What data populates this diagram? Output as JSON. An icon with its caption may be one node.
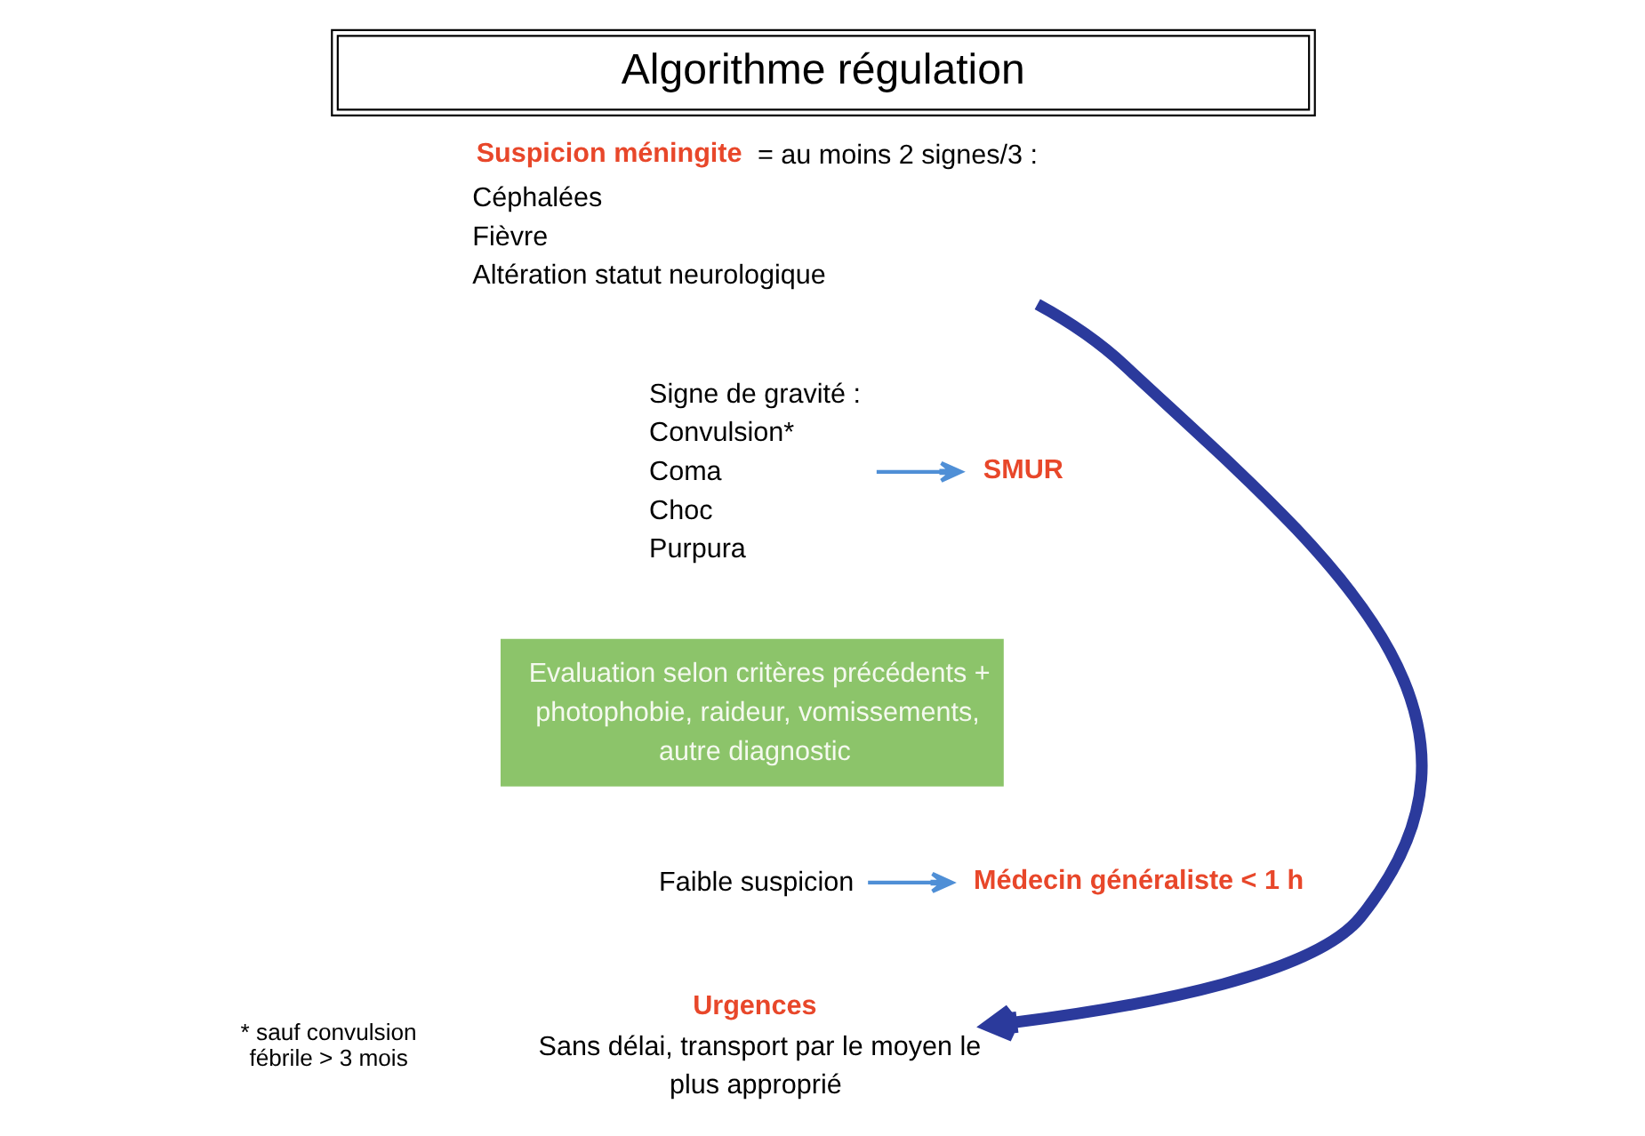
{
  "diagram": {
    "title": "Algorithme régulation",
    "nodes": [
      {
        "text": [
          "**Suspicion méningite** = au moins 2 signes/3 :",
          "Céphalées",
          "Fièvre",
          "Altération statut neurologique"
        ]
      },
      {
        "text": [
          "Signe de gravité :",
          "Convulsion*",
          "Coma",
          "Choc",
          "Purpura"
        ]
      },
      {
        "text": [
          "SMUR"
        ]
      },
      {
        "text": [
          "Evaluation selon critères précédents + photophobie, raideur, vomissements, autre diagnostic"
        ]
      },
      {
        "text": [
          "Faible suspicion"
        ]
      },
      {
        "text": [
          "Médecin généraliste < 1 h"
        ]
      },
      {
        "text": [
          "Urgences",
          "Sans délai, transport par le moyen le plus approprié"
        ]
      }
    ],
    "edges": [
      {
        "from": 1,
        "to": 2,
        "arrow": "to"
      },
      {
        "from": 4,
        "to": 5,
        "arrow": "to"
      },
      {
        "from": 0,
        "to": 6,
        "arrow": "to",
        "style": "thick",
        "color": "#2b3a9c"
      }
    ],
    "labels": [
      "* sauf convulsion fébrile > 3 mois"
    ]
  }
}
